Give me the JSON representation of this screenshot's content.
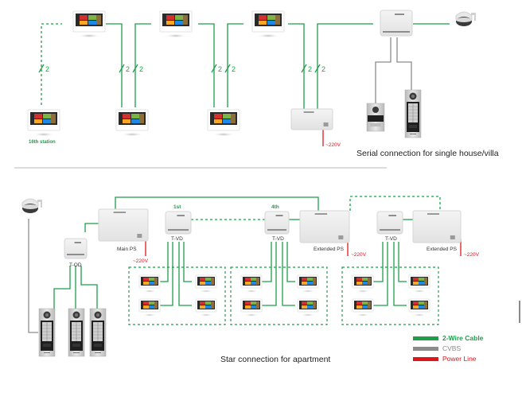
{
  "colors": {
    "two_wire": "#1f9e4a",
    "cvbs": "#8c8c8c",
    "power": "#e0161d",
    "divider": "#c8c8c8",
    "device_body": "#ececec",
    "device_edge": "#d6d6d6"
  },
  "serial": {
    "caption": "Serial connection for single house/villa",
    "station_label": "16th station",
    "wire_count": "2",
    "power_label": "~220V"
  },
  "star": {
    "caption": "Star connection for apartment",
    "main_ps_label": "Main PS",
    "extended_ps_label": "Extended PS",
    "tvd_label": "T-VD",
    "tod_label": "T-OD",
    "floor_first": "1st",
    "floor_fourth": "4th",
    "power_label": "~220V"
  },
  "legend": {
    "items": [
      {
        "label": "2-Wire Cable",
        "color_key": "two_wire"
      },
      {
        "label": "CVBS",
        "color_key": "cvbs"
      },
      {
        "label": "Power Line",
        "color_key": "power"
      }
    ]
  },
  "icons": {
    "monitor": "indoor-monitor-icon",
    "camera": "dome-camera-icon",
    "power_supply": "power-supply-icon",
    "distributor": "distributor-icon",
    "door_station": "door-station-icon"
  }
}
